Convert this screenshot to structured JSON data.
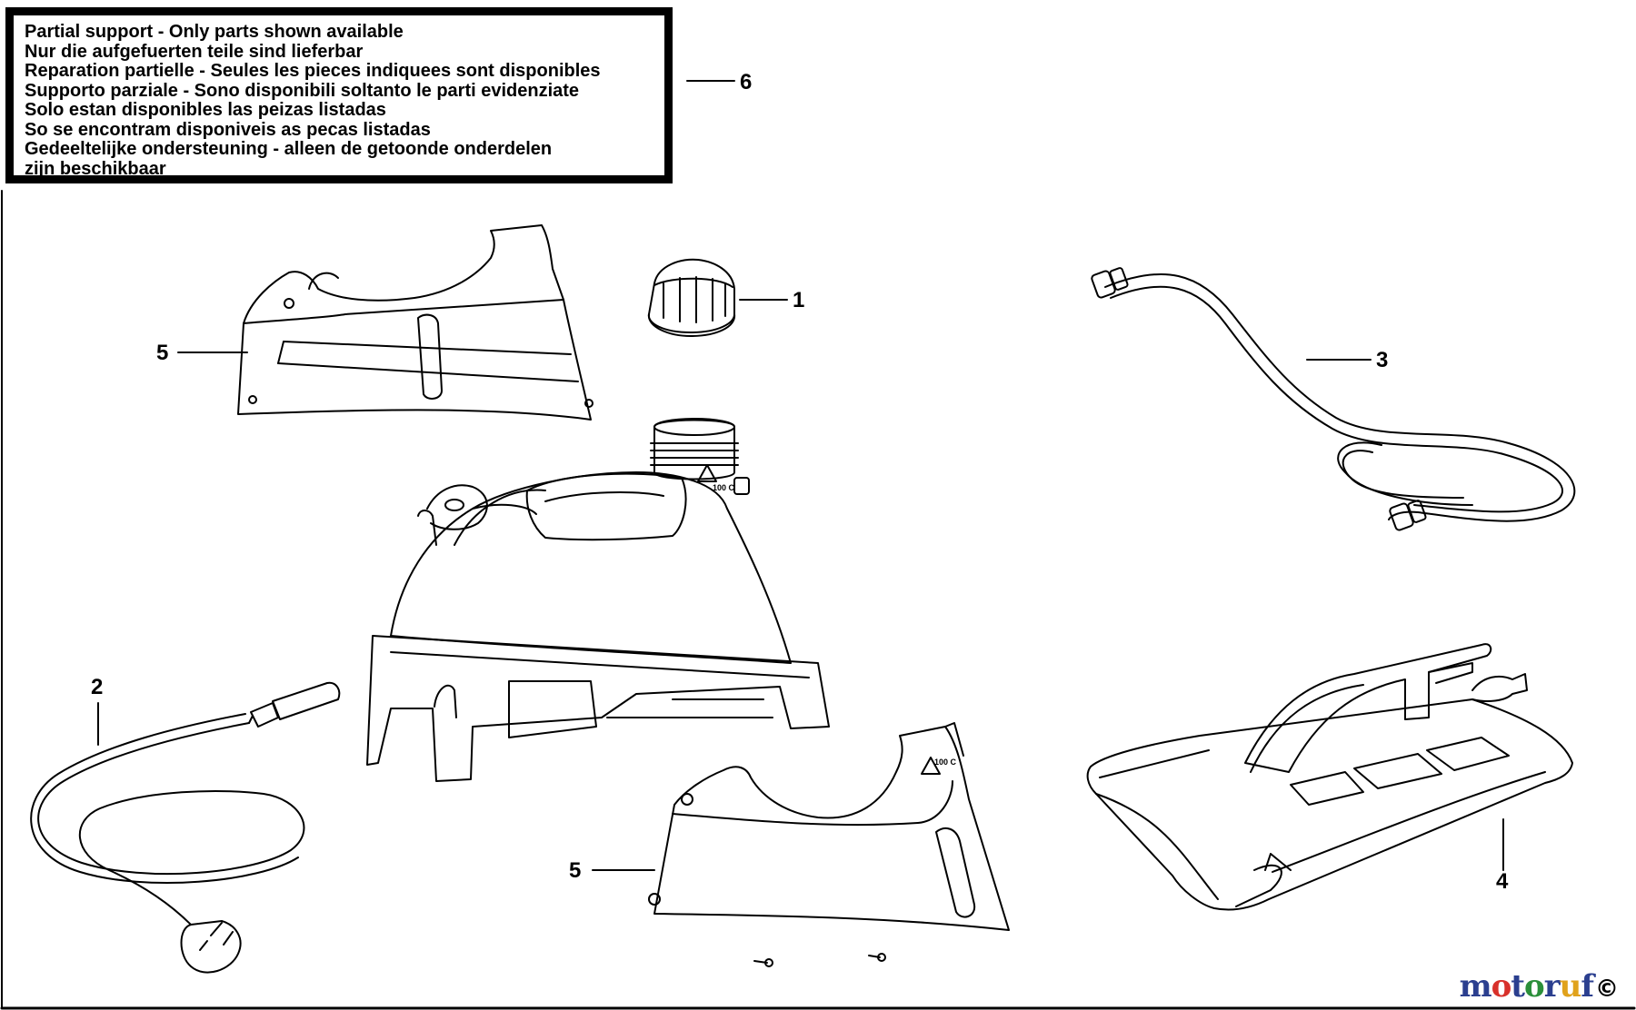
{
  "notice": {
    "lines": [
      "Partial support - Only parts shown available",
      "Nur die aufgefuerten teile sind lieferbar",
      "Reparation partielle - Seules les pieces indiquees sont disponibles",
      "Supporto parziale - Sono disponibili soltanto le parti evidenziate",
      "Solo estan disponibles las peizas listadas",
      "So se encontram disponiveis as pecas listadas",
      "Gedeeltelijke ondersteuning - alleen de getoonde onderdelen",
      "zijn beschikbaar"
    ]
  },
  "callouts": {
    "notice_ref": "6",
    "cap": "1",
    "power_cord": "2",
    "hose": "3",
    "iron_plate": "4",
    "cover_top": "5",
    "cover_bottom": "5"
  },
  "warning_labels": {
    "temp_upper": "100 C",
    "temp_lower": "100 C"
  },
  "watermark": {
    "text": "motoruf",
    "letters": [
      "m",
      "o",
      "t",
      "o",
      "r",
      "u",
      "f"
    ],
    "letter_colors": [
      "#2b3f8f",
      "#d8312b",
      "#2b3f8f",
      "#2b8f3a",
      "#2b3f8f",
      "#e0a21c",
      "#2b3f8f"
    ],
    "suffix_icon": "copyright-icon"
  },
  "colors": {
    "line": "#000000",
    "background": "#ffffff"
  }
}
